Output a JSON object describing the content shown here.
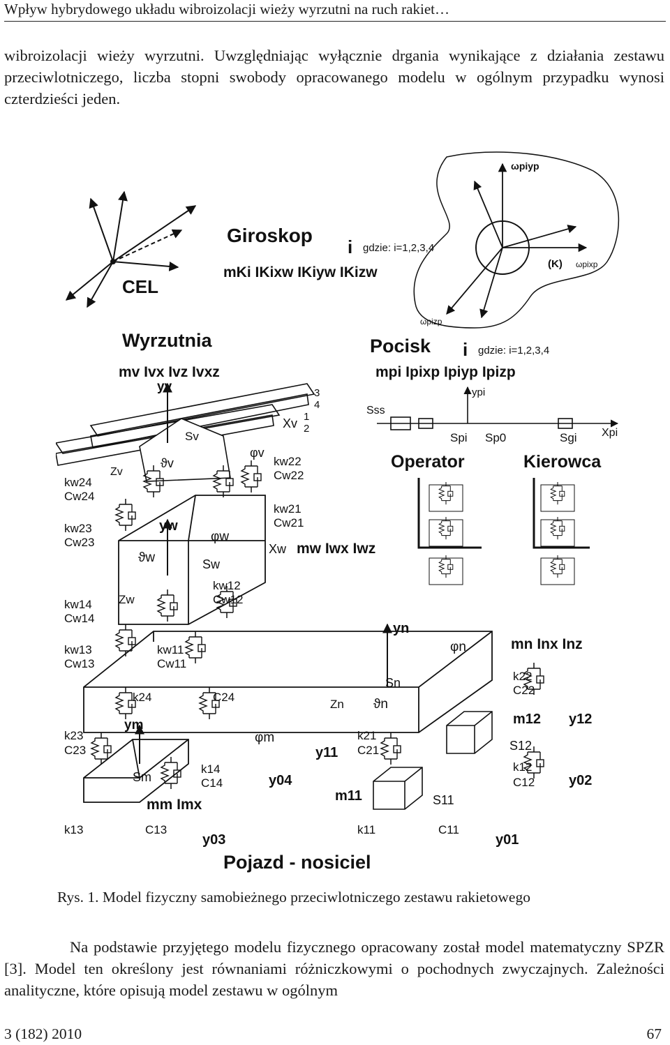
{
  "running_head": "Wpływ hybrydowego układu wibroizolacji wieży wyrzutni na ruch rakiet…",
  "paragraph_top": "wibroizolacji wieży wyrzutni. Uwzględniając wyłącznie drgania wynikające z działania zestawu przeciwlotniczego, liczba stopni swobody opracowanego modelu w ogólnym przypadku wynosi czterdzieści jeden.",
  "figure": {
    "labels": {
      "cel": "CEL",
      "giroskop": "Giroskop",
      "i_index_giro": "i",
      "gdzie_giro": "gdzie: i=1,2,3,4",
      "giro_params": "mKi  IKixw  IKiyw  IKizw",
      "K": "(K)",
      "omega_piyp": "ωpiyp",
      "omega_pixp": "ωpixp",
      "omega_pizp": "ωpizp",
      "wyrzutnia": "Wyrzutnia",
      "wyrzutnia_params": "mv  Ivx  Ivz  Ivxz",
      "pocisk": "Pocisk",
      "i_index_pocisk": "i",
      "gdzie_pocisk": "gdzie: i=1,2,3,4",
      "pocisk_params": "mpi  Ipixp  Ipiyp  Ipizp",
      "yv": "yv",
      "xv": "Xv",
      "zv": "Zv",
      "sv": "Sv",
      "phi_v": "φv",
      "theta_v": "ϑv",
      "rail_3": "3",
      "rail_4": "4",
      "rail_1": "1",
      "rail_2": "2",
      "sss": "Sss",
      "ypi": "ypi",
      "spi": "Spi",
      "sp0": "Sp0",
      "sgi": "Sgi",
      "xpi": "Xpi",
      "operator": "Operator",
      "kierowca": "Kierowca",
      "kw22": "kw22",
      "cw22": "Cw22",
      "kw21": "kw21",
      "cw21": "Cw21",
      "kw24": "kw24",
      "cw24": "Cw24",
      "kw23": "kw23",
      "cw23": "Cw23",
      "kw14": "kw14",
      "cw14": "Cw14",
      "kw13": "kw13",
      "cw13": "Cw13",
      "kw12": "kw12",
      "cw12": "Cw12",
      "kw11": "kw11",
      "cw11": "Cw11",
      "yw": "yw",
      "xw": "Xw",
      "zw": "Zw",
      "sw": "Sw",
      "phi_w": "φw",
      "theta_w": "ϑw",
      "wieza_params": "mw  Iwx  Iwz",
      "yn": "yn",
      "zn": "Zn",
      "sn": "Sn",
      "phi_n": "φn",
      "theta_n": "ϑn",
      "nosiciel_params": "mn  Inx  Inz",
      "k24": "k24",
      "c24": "C24",
      "k23": "k23",
      "c23": "C23",
      "k22": "k22",
      "c22": "C22",
      "k21": "k21",
      "c21": "C21",
      "k14": "k14",
      "c14": "C14",
      "k13": "k13",
      "c13": "C13",
      "k12": "k12",
      "c12": "C12",
      "k11": "k11",
      "c11": "C11",
      "ym": "ym",
      "sm": "Sm",
      "phi_m": "φm",
      "mm_params": "mm  Imx",
      "m12": "m12",
      "y12": "y12",
      "s12": "S12",
      "m11": "m11",
      "y11": "y11",
      "s11": "S11",
      "y04": "y04",
      "y03": "y03",
      "y02": "y02",
      "y01": "y01",
      "pojazd": "Pojazd - nosiciel"
    }
  },
  "caption": "Rys. 1. Model fizyczny samobieżnego przeciwlotniczego zestawu rakietowego",
  "paragraph_bottom": "Na podstawie przyjętego modelu fizycznego opracowany został model matematyczny SPZR [3]. Model ten określony jest równaniami różniczkowymi o pochodnych zwyczajnych. Zależności analityczne, które opisują model zestawu w ogólnym",
  "footer": {
    "issue": "3 (182) 2010",
    "page": "67"
  }
}
